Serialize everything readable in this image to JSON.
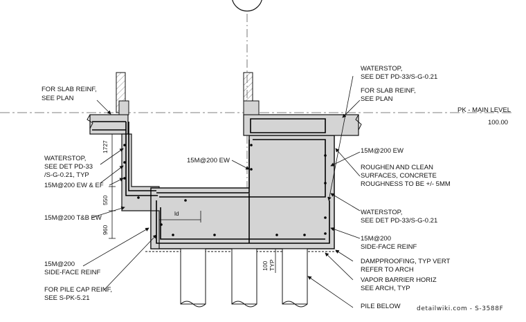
{
  "labels": {
    "slab_reinf_left": [
      "FOR SLAB REINF,",
      "SEE PLAN"
    ],
    "waterstop_left": [
      "WATERSTOP,",
      "SEE  DET PD-33",
      "/S-G-0.21, TYP"
    ],
    "ew_ef": "15M@200 EW & EF",
    "tb_ew": "15M@200 T&B EW",
    "side_face_left": [
      "15M@200",
      "SIDE-FACE REINF"
    ],
    "pile_cap_reinf": [
      "FOR PILE CAP REINF,",
      "SEE S-PK-5.21"
    ],
    "center_ew": "15M@200 EW",
    "waterstop_top": [
      "WATERSTOP,",
      "SEE  DET PD-33/S-G-0.21"
    ],
    "slab_reinf_right": [
      "FOR SLAB REINF,",
      "SEE PLAN"
    ],
    "level_name": "PK - MAIN LEVEL",
    "level_value": "100.00",
    "right_ew": "15M@200 EW",
    "roughen": [
      "ROUGHEN AND CLEAN",
      "SURFACES, CONCRETE",
      "ROUGHNESS TO BE +/- 5MM"
    ],
    "waterstop_right": [
      "WATERSTOP,",
      "SEE  DET PD-33/S-G-0.21"
    ],
    "side_face_right": [
      "15M@200",
      "SIDE-FACE REINF"
    ],
    "damp": [
      "DAMPPROOFING, TYP VERT",
      "REFER TO ARCH"
    ],
    "vapor": [
      "VAPOR BARRIER HORIZ",
      "SEE ARCH, TYP"
    ],
    "pile_below": "PILE BELOW",
    "ld": "ld",
    "dim_1727": "1727",
    "dim_550": "550",
    "dim_960": "960",
    "dim_100": "100",
    "dim_typ": "TYP"
  },
  "watermark": "detailwiki.com - S-3588F",
  "colors": {
    "concrete": "#d4d4d4",
    "ink": "#111111",
    "rebar": "#000000"
  }
}
